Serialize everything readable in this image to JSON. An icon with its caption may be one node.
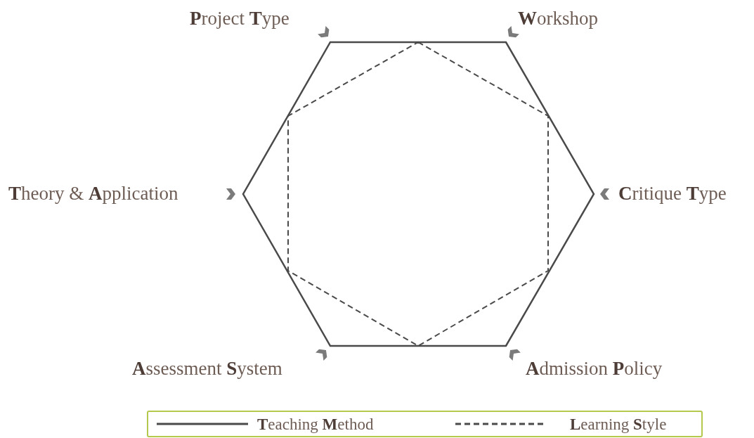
{
  "diagram": {
    "labels": [
      "**P**roject **T**ype",
      "**W**orkshop",
      "**T**heory & **A**pplication",
      "**C**ritique **T**ype",
      "**A**ssessment **S**ystem",
      "**A**dmission **P**olicy"
    ],
    "legend": [
      {
        "text": "**T**eaching **M**ethod"
      },
      {
        "text": "**L**earning **S**tyle"
      }
    ]
  }
}
